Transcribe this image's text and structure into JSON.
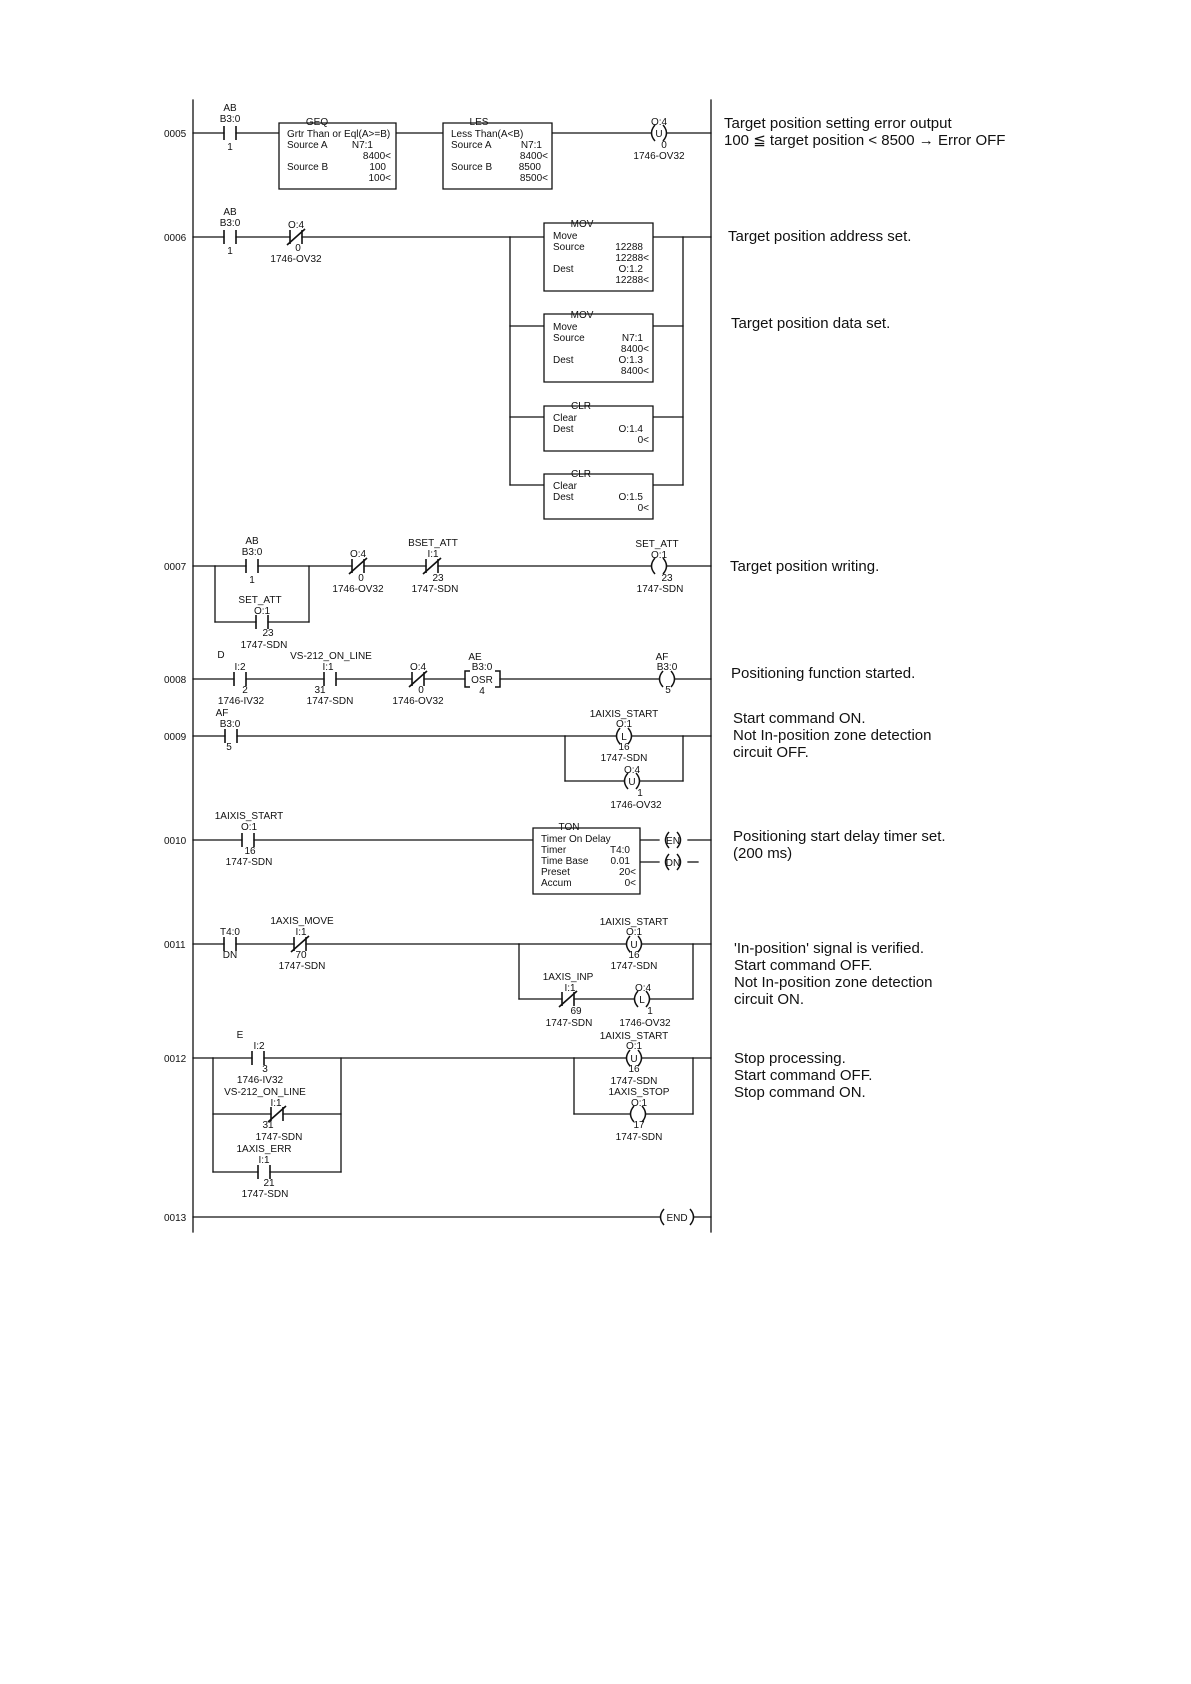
{
  "rungs": [
    {
      "num": "0005",
      "comments": [
        "Target position setting error output",
        "100 ≦ target position < 8500  → Error OFF"
      ]
    },
    {
      "num": "0006",
      "comments": [
        "Target position address set."
      ],
      "comments2": [
        "Target position data set."
      ]
    },
    {
      "num": "0007",
      "comments": [
        "Target position writing."
      ]
    },
    {
      "num": "0008",
      "comments": [
        "Positioning function started."
      ]
    },
    {
      "num": "0009",
      "comments": [
        "Start command ON.",
        "Not In-position zone detection",
        "circuit OFF."
      ]
    },
    {
      "num": "0010",
      "comments": [
        "Positioning start delay timer set.",
        "(200 ms)"
      ]
    },
    {
      "num": "0011",
      "comments": [
        "'In-position' signal is verified.",
        "Start command OFF.",
        "Not In-position zone detection",
        "circuit ON."
      ]
    },
    {
      "num": "0012",
      "comments": [
        "Stop processing.",
        "Start command OFF.",
        "Stop command ON."
      ]
    },
    {
      "num": "0013",
      "comments": []
    }
  ],
  "r5": {
    "c1": {
      "sym": "AB",
      "addr": "B3:0",
      "bit": "1"
    },
    "geq": {
      "title": "GEQ",
      "desc": "Grtr Than or Eql(A>=B)",
      "srcA": "Source A",
      "srcAaddr": "N7:1",
      "srcAval": "8400<",
      "srcB": "Source B",
      "srcBaddr": "100",
      "srcBval": "100<"
    },
    "les": {
      "title": "LES",
      "desc": "Less Than(A<B)",
      "srcA": "Source A",
      "srcAaddr": "N7:1",
      "srcAval": "8400<",
      "srcB": "Source B",
      "srcBaddr": "8500",
      "srcBval": "8500<"
    },
    "out": {
      "addr": "O:4",
      "type": "U",
      "bit": "0",
      "mod": "1746-OV32"
    }
  },
  "r6": {
    "c1": {
      "sym": "AB",
      "addr": "B3:0",
      "bit": "1"
    },
    "c2": {
      "addr": "O:4",
      "bit": "0",
      "mod": "1746-OV32"
    },
    "mov1": {
      "title": "MOV",
      "move": "Move",
      "source": "Source",
      "srcval": "12288",
      "srcval2": "12288<",
      "dest": "Dest",
      "destaddr": "O:1.2",
      "destval": "12288<"
    },
    "mov2": {
      "title": "MOV",
      "move": "Move",
      "source": "Source",
      "srcval": "N7:1",
      "srcval2": "8400<",
      "dest": "Dest",
      "destaddr": "O:1.3",
      "destval": "8400<"
    },
    "clr1": {
      "title": "CLR",
      "clear": "Clear",
      "dest": "Dest",
      "destaddr": "O:1.4",
      "destval": "0<"
    },
    "clr2": {
      "title": "CLR",
      "clear": "Clear",
      "dest": "Dest",
      "destaddr": "O:1.5",
      "destval": "0<"
    }
  },
  "r7": {
    "c1": {
      "sym": "AB",
      "addr": "B3:0",
      "bit": "1"
    },
    "c1b": {
      "sym": "SET_ATT",
      "addr": "O:1",
      "bit": "23",
      "mod": "1747-SDN"
    },
    "c2": {
      "addr": "O:4",
      "bit": "0",
      "mod": "1746-OV32"
    },
    "c3": {
      "sym": "BSET_ATT",
      "addr": "I:1",
      "bit": "23",
      "mod": "1747-SDN"
    },
    "out": {
      "sym": "SET_ATT",
      "addr": "O:1",
      "bit": "23",
      "mod": "1747-SDN"
    }
  },
  "r8": {
    "c1": {
      "sym": "D",
      "addr": "I:2",
      "bit": "2",
      "mod": "1746-IV32"
    },
    "c2": {
      "sym": "VS-212_ON_LINE",
      "addr": "I:1",
      "bit": "31",
      "mod": "1747-SDN"
    },
    "c3": {
      "addr": "O:4",
      "bit": "0",
      "mod": "1746-OV32"
    },
    "osr": {
      "sym": "AE",
      "addr": "B3:0",
      "label": "OSR",
      "bit": "4"
    },
    "out": {
      "sym": "AF",
      "addr": "B3:0",
      "bit": "5"
    }
  },
  "r9": {
    "c1": {
      "sym": "AF",
      "addr": "B3:0",
      "bit": "5"
    },
    "out1": {
      "sym": "1AIXIS_START",
      "addr": "O:1",
      "type": "L",
      "bit": "16",
      "mod": "1747-SDN"
    },
    "out2": {
      "addr": "O:4",
      "type": "U",
      "bit": "1",
      "mod": "1746-OV32"
    }
  },
  "r10": {
    "c1": {
      "sym": "1AIXIS_START",
      "addr": "O:1",
      "bit": "16",
      "mod": "1747-SDN"
    },
    "ton": {
      "title": "TON",
      "desc": "Timer On Delay",
      "timer": "Timer",
      "timerval": "T4:0",
      "tb": "Time Base",
      "tbval": "0.01",
      "preset": "Preset",
      "presetval": "20<",
      "accum": "Accum",
      "accumval": "0<",
      "en": "EN",
      "dn": "DN"
    }
  },
  "r11": {
    "c1": {
      "addr": "T4:0",
      "bit": "DN"
    },
    "c2": {
      "sym": "1AXIS_MOVE",
      "addr": "I:1",
      "bit": "70",
      "mod": "1747-SDN"
    },
    "out1": {
      "sym": "1AIXIS_START",
      "addr": "O:1",
      "type": "U",
      "bit": "16",
      "mod": "1747-SDN"
    },
    "c3": {
      "sym": "1AXIS_INP",
      "addr": "I:1",
      "bit": "69",
      "mod": "1747-SDN"
    },
    "out2": {
      "addr": "O:4",
      "type": "L",
      "bit": "1",
      "mod": "1746-OV32"
    }
  },
  "r12": {
    "c1": {
      "sym": "E",
      "addr": "I:2",
      "bit": "3",
      "mod": "1746-IV32"
    },
    "c2": {
      "sym": "VS-212_ON_LINE",
      "addr": "I:1",
      "bit": "31",
      "mod": "1747-SDN"
    },
    "c3": {
      "sym": "1AXIS_ERR",
      "addr": "I:1",
      "bit": "21",
      "mod": "1747-SDN"
    },
    "out1": {
      "sym": "1AIXIS_START",
      "addr": "O:1",
      "type": "U",
      "bit": "16",
      "mod": "1747-SDN"
    },
    "out2": {
      "sym": "1AXIS_STOP",
      "addr": "O:1",
      "bit": "17",
      "mod": "1747-SDN"
    }
  },
  "r13": {
    "end": "END"
  }
}
